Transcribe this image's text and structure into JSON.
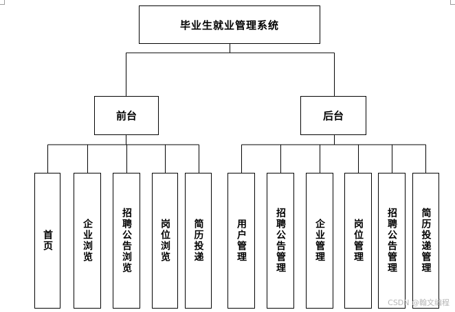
{
  "diagram": {
    "root": {
      "label": "毕业生就业管理系统"
    },
    "groups": [
      {
        "key": "front",
        "label": "前台",
        "children": [
          "首页",
          "企业浏览",
          "招聘公告浏览",
          "岗位浏览",
          "简历投递"
        ]
      },
      {
        "key": "back",
        "label": "后台",
        "children": [
          "用户管理",
          "招聘公告管理",
          "企业管理",
          "岗位管理",
          "招聘公告管理",
          "简历投递管理"
        ]
      }
    ]
  },
  "watermark": "CSDN @翰文编程"
}
